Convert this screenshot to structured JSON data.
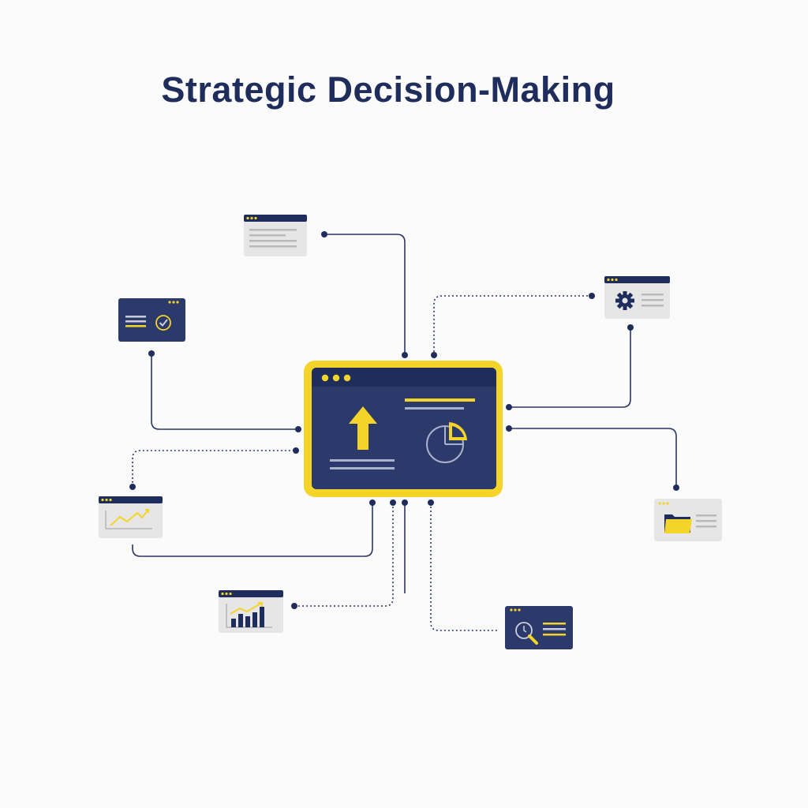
{
  "title": "Strategic Decision-Making",
  "colors": {
    "navy": "#2c3a6b",
    "navy_dark": "#1f2d5c",
    "yellow": "#f5d42a",
    "light_card": "#e6e6e6",
    "line": "#2a3566",
    "background": "#fbfbfb"
  },
  "nodes": [
    {
      "name": "hub-dashboard",
      "icons": [
        "up-arrow-icon",
        "pie-chart-icon"
      ]
    },
    {
      "name": "text-document-card",
      "icons": [
        "text-lines-icon"
      ]
    },
    {
      "name": "approval-card",
      "icons": [
        "checkmark-icon"
      ]
    },
    {
      "name": "settings-card",
      "icons": [
        "gear-icon"
      ]
    },
    {
      "name": "trend-line-card",
      "icons": [
        "line-chart-icon"
      ]
    },
    {
      "name": "folder-card",
      "icons": [
        "folder-icon"
      ]
    },
    {
      "name": "bar-chart-card",
      "icons": [
        "bar-chart-icon"
      ]
    },
    {
      "name": "analysis-card",
      "icons": [
        "magnifier-icon"
      ]
    }
  ]
}
